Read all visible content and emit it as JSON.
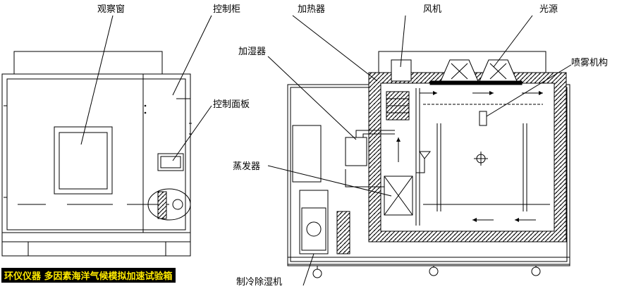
{
  "labels": {
    "viewing_window": "观察窗",
    "control_cabinet": "控制柜",
    "heater": "加热器",
    "fan": "风机",
    "light_source": "光源",
    "humidifier": "加湿器",
    "spray_mechanism": "喷雾机构",
    "control_panel": "控制面板",
    "evaporator": "蒸发器",
    "refrigeration_dehumidifier": "制冷除湿机"
  },
  "banner": "环仪仪器 多因素海洋气候模拟加速试验箱",
  "colors": {
    "line": "#000000",
    "banner_bg": "#000000",
    "banner_text": "#ffea00"
  }
}
